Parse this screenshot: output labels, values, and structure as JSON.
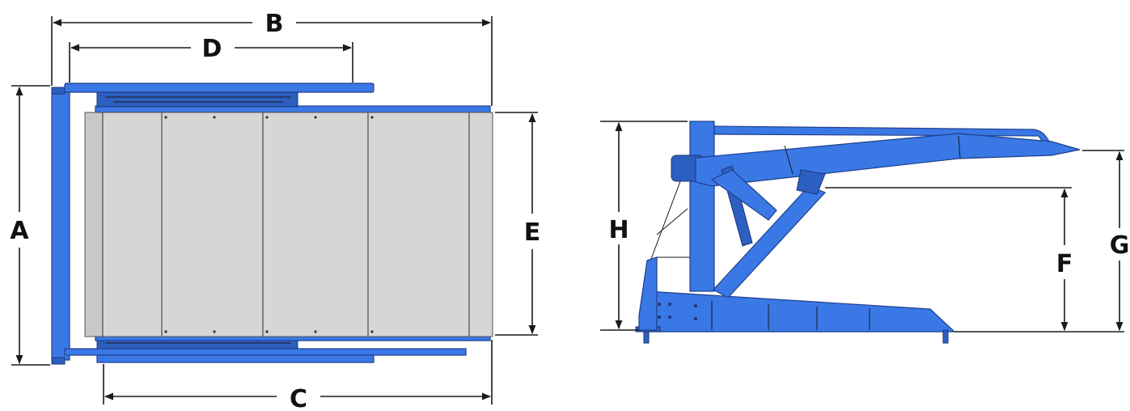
{
  "colors": {
    "frame_blue": "#3a78e6",
    "frame_outline": "#1f3f8a",
    "deck_gray": "#d6d6d6",
    "dimension_ink": "#111111"
  },
  "views": {
    "top_view": {
      "dimensions": {
        "a": "A",
        "b": "B",
        "c": "C",
        "d": "D",
        "e": "E"
      }
    },
    "side_view": {
      "dimensions": {
        "f": "F",
        "g": "G",
        "h": "H"
      }
    }
  }
}
